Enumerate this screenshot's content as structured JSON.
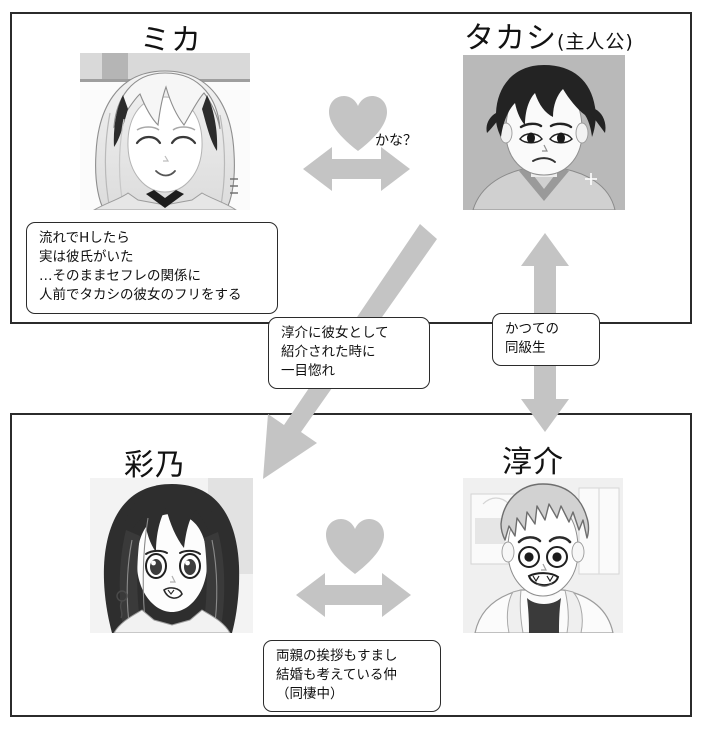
{
  "diagram": {
    "title_characters": [
      {
        "id": "mika",
        "name": "ミカ",
        "suffix": ""
      },
      {
        "id": "takashi",
        "name": "タカシ",
        "suffix": "(主人公)"
      },
      {
        "id": "ayano",
        "name": "彩乃",
        "suffix": ""
      },
      {
        "id": "junsuke",
        "name": "淳介",
        "suffix": ""
      }
    ],
    "captions": {
      "maybe": "かな？"
    },
    "notes": {
      "mika_takashi": "流れでHしたら\n実は彼氏がいた\n…そのままセフレの関係に\n人前でタカシの彼女のフリをする",
      "ayano_to_takashi": "淳介に彼女として\n紹介された時に\n一目惚れ",
      "takashi_junsuke": "かつての\n同級生",
      "ayano_junsuke": "両親の挨拶もすまし\n結婚も考えている仲\n（同棲中）"
    },
    "colors": {
      "arrow_gray": "#c4c4c4",
      "heart_gray": "#c4c4c4",
      "border_dark": "#2b2b2b",
      "text_dark": "#101010",
      "page_background": "#ffffff"
    },
    "relations": [
      {
        "from": "mika",
        "to": "takashi",
        "kind": "double-arrow-horizontal",
        "heart": true
      },
      {
        "from": "ayano",
        "to": "junsuke",
        "kind": "double-arrow-horizontal",
        "heart": true
      },
      {
        "from": "takashi",
        "to": "junsuke",
        "kind": "double-arrow-vertical",
        "heart": false
      },
      {
        "from": "takashi",
        "to": "ayano",
        "kind": "single-arrow-diagonal",
        "heart": false
      }
    ]
  }
}
